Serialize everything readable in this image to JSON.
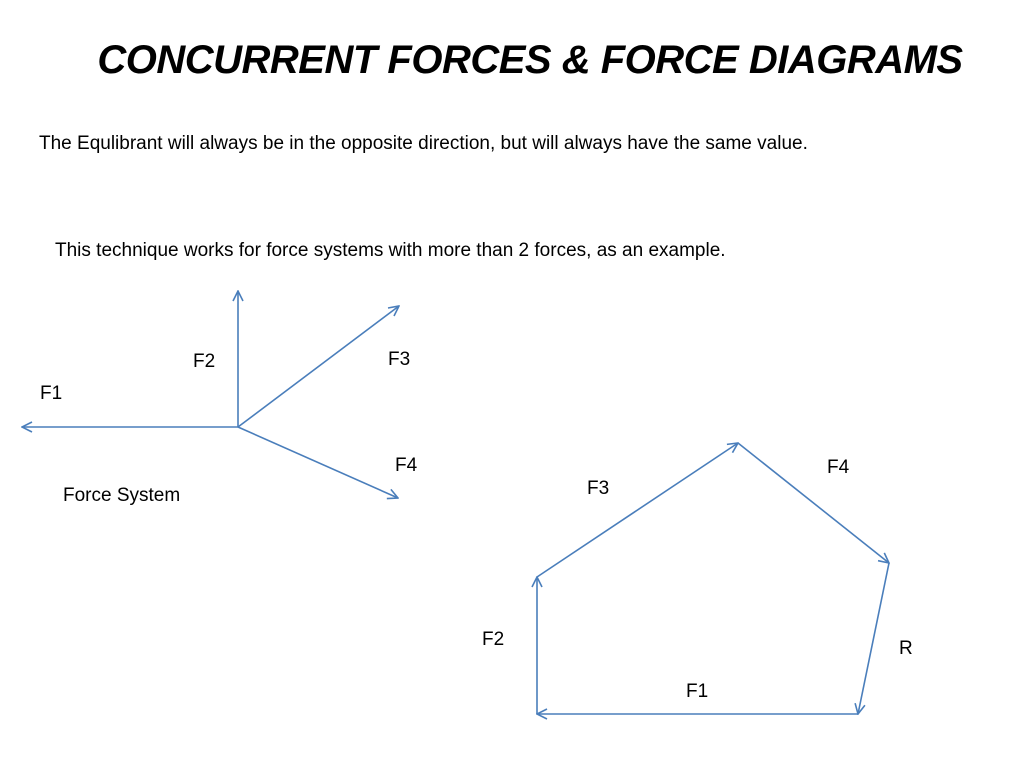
{
  "title": "CONCURRENT FORCES & FORCE DIAGRAMS",
  "text": {
    "line1": "The Equlibrant will always be in the opposite direction, but will always have the same value.",
    "line2": "This technique works for force systems with more than 2 forces, as an example."
  },
  "force_system": {
    "caption": "Force System",
    "labels": {
      "f1": "F1",
      "f2": "F2",
      "f3": "F3",
      "f4": "F4"
    }
  },
  "force_polygon": {
    "labels": {
      "f1": "F1",
      "f2": "F2",
      "f3": "F3",
      "f4": "F4",
      "r": "R"
    }
  },
  "colors": {
    "arrow": "#4a7ebb",
    "text": "#000000"
  }
}
